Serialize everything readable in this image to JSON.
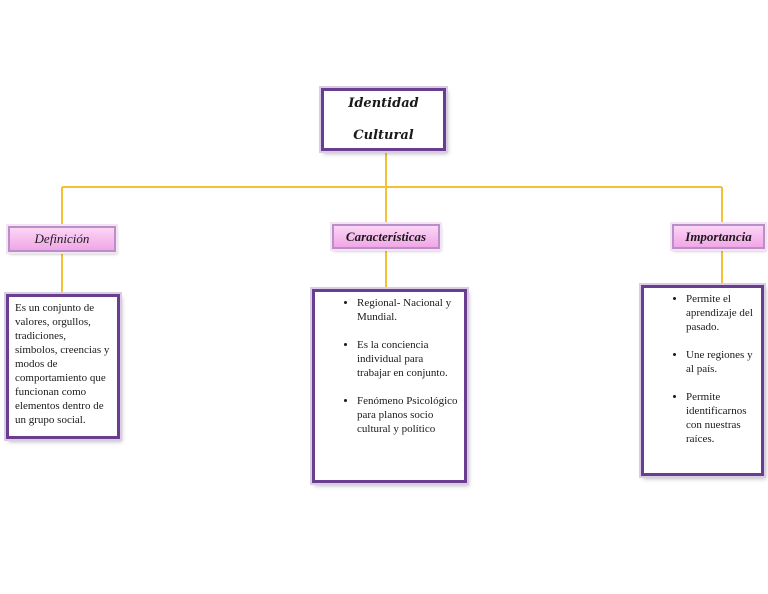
{
  "title": {
    "line1": "Identidad",
    "line2": "Cultural"
  },
  "branches": [
    {
      "label": "Definición",
      "text": "Es un conjunto de valores, orgullos, tradiciones, símbolos, creencias y modos de comportamiento que funcionan como elementos dentro de un grupo social."
    },
    {
      "label": "Características",
      "items": [
        "Regional- Nacional y Mundial.",
        "Es la conciencia individual para trabajar en conjunto.",
        "Fenómeno Psicológico para planos socio cultural y político"
      ]
    },
    {
      "label": "Importancia",
      "items": [
        "Permite el aprendizaje del pasado.",
        "Une regiones y al país.",
        "Permite identificarnos con nuestras raíces."
      ]
    }
  ],
  "colors": {
    "connector": "#f2c232",
    "box_border": "#6a3d8f",
    "label_fill": "#f1a6e6"
  }
}
